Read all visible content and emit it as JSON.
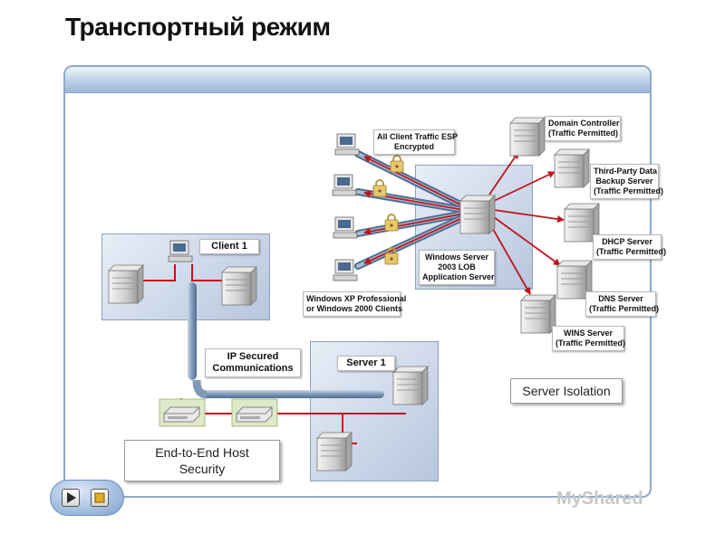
{
  "title": "Транспортный режим",
  "labels": {
    "client1": "Client 1",
    "server1": "Server 1",
    "ip_secured": [
      "IP Secured",
      "Communications"
    ],
    "all_client_traffic": [
      "All Client Traffic ESP",
      "Encrypted"
    ],
    "windows_server": [
      "Windows Server",
      "2003 LOB",
      "Application Server"
    ],
    "xp_clients": [
      "Windows XP Professional",
      "or Windows 2000 Clients"
    ],
    "domain_controller": [
      "Domain Controller",
      "(Traffic Permitted)"
    ],
    "third_party": [
      "Third-Party Data",
      "Backup Server",
      "(Traffic Permitted)"
    ],
    "dhcp": [
      "DHCP Server",
      "(Traffic Permitted)"
    ],
    "dns": [
      "DNS Server",
      "(Traffic Permitted)"
    ],
    "wins": [
      "WINS Server",
      "(Traffic Permitted)"
    ],
    "server_isolation": "Server Isolation",
    "end_to_end": [
      "End-to-End Host",
      "Security"
    ]
  },
  "watermark": "MyShared",
  "icons": [
    "server-icon",
    "computer-icon",
    "router-icon",
    "lock-icon",
    "play-icon",
    "stop-icon"
  ],
  "colors": {
    "link": "#c0141c",
    "tunnel": "#7f9ab8",
    "panel": "#b7c6de",
    "frame": "#8fa9c8"
  }
}
